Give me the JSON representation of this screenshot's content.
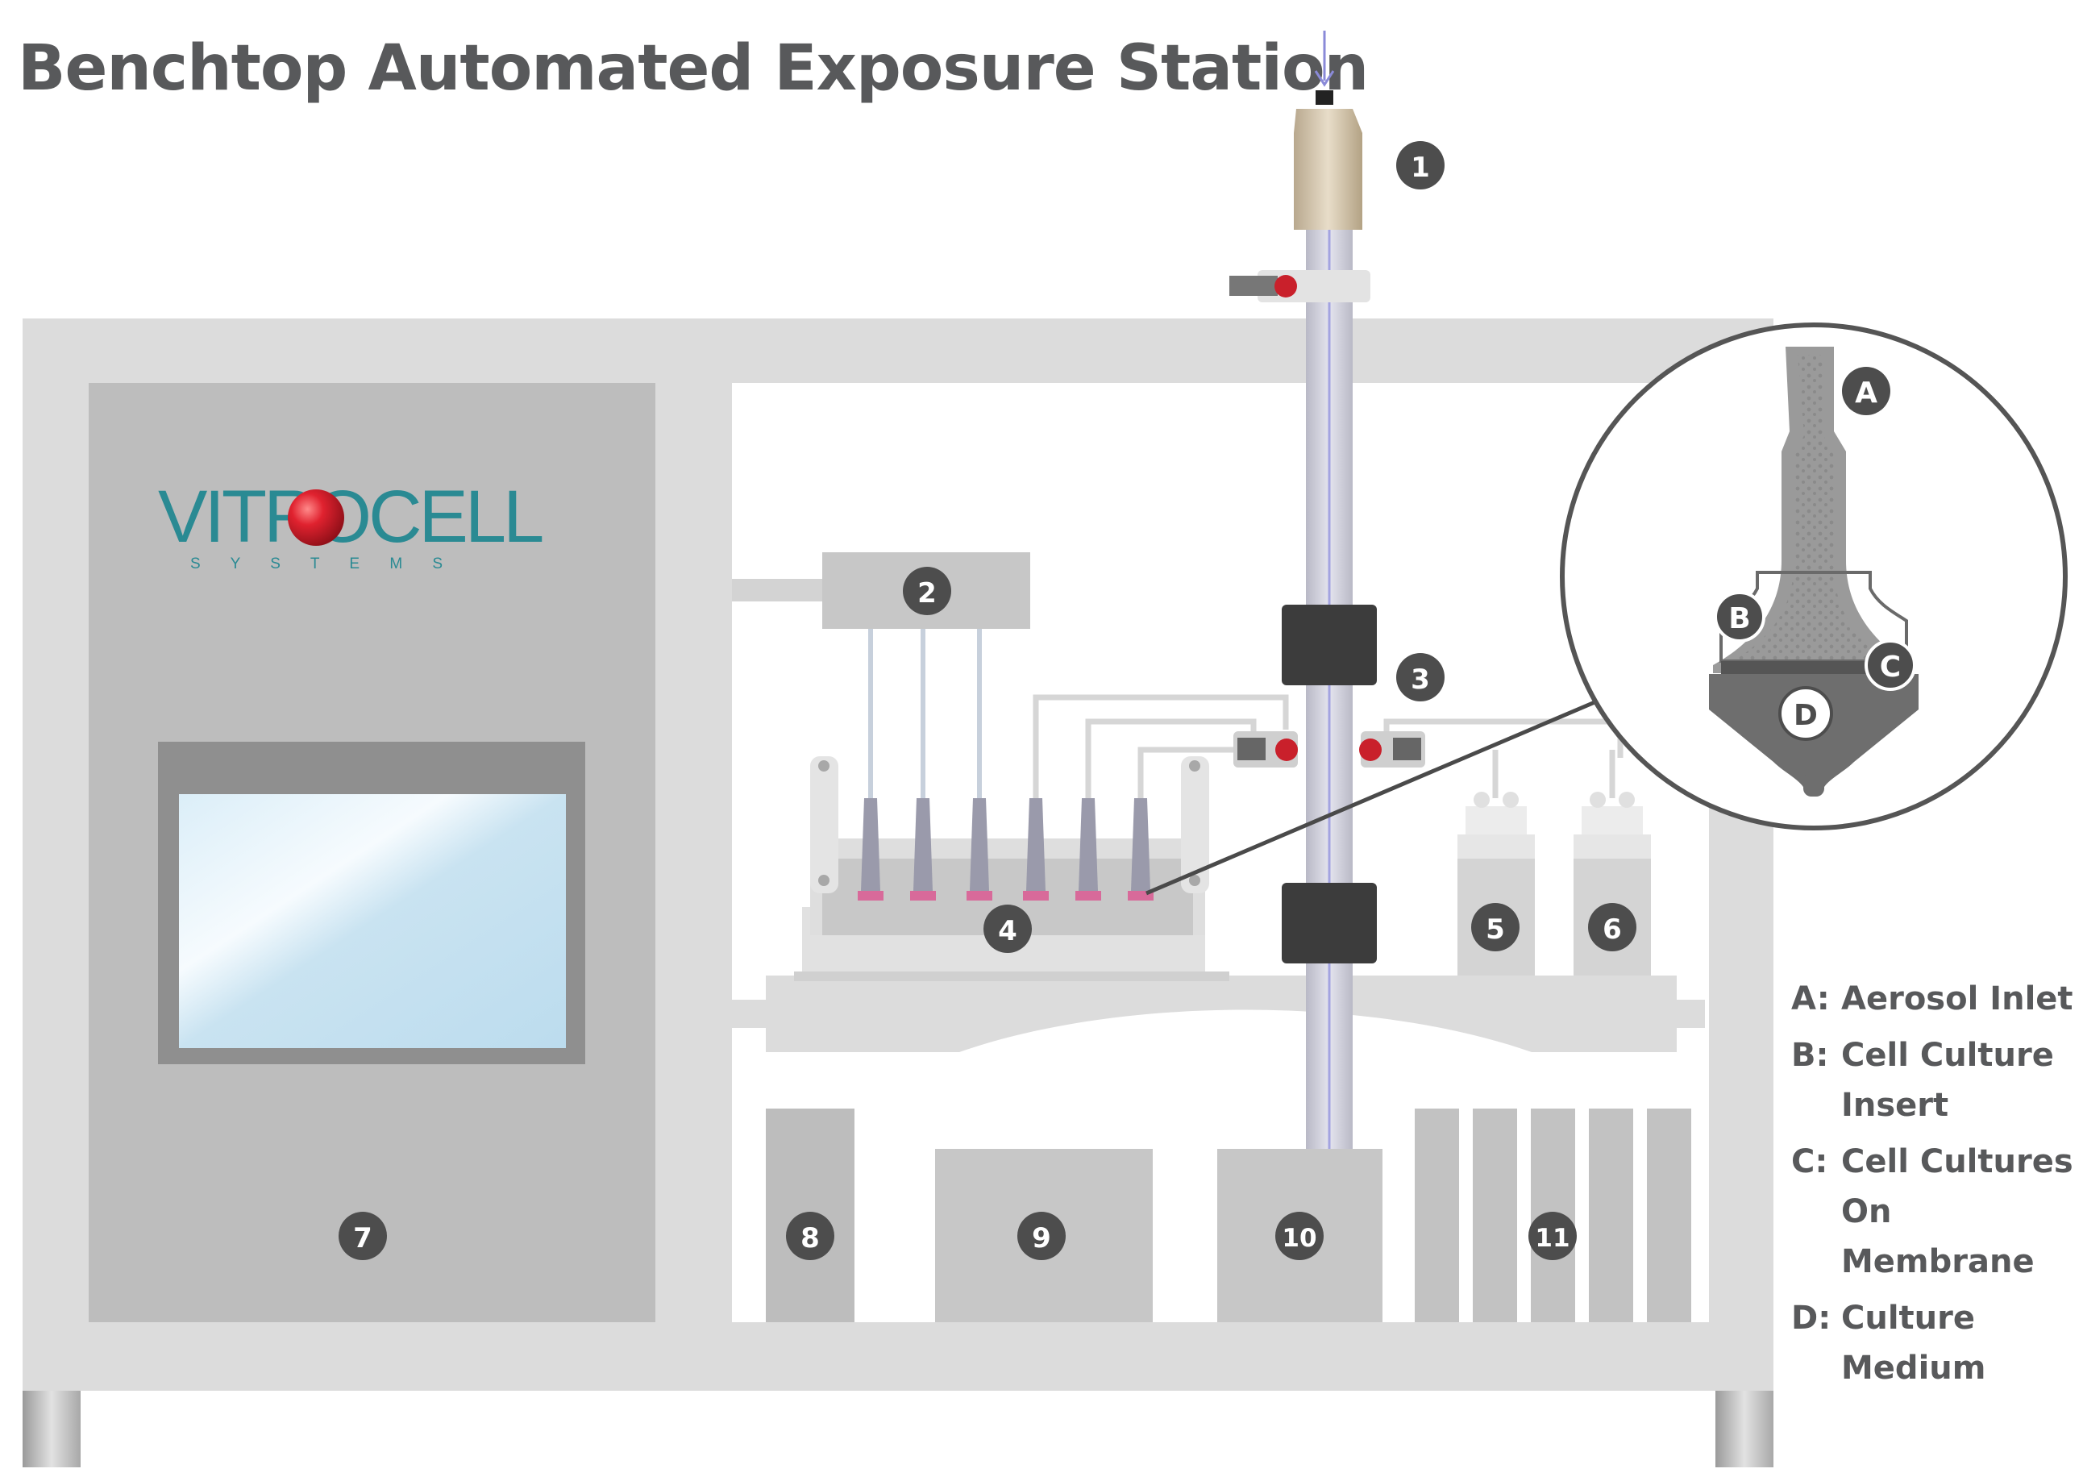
{
  "title": "Benchtop Automated Exposure Station",
  "brand": {
    "name": "VITROCELL",
    "tagline": "S Y S T E M S"
  },
  "callouts": {
    "c1": "1",
    "c2": "2",
    "c3": "3",
    "c4": "4",
    "c5": "5",
    "c6": "6",
    "c7": "7",
    "c8": "8",
    "c9": "9",
    "c10": "10",
    "c11": "11"
  },
  "detail_labels": {
    "a": "A",
    "b": "B",
    "c": "C",
    "d": "D"
  },
  "legend": [
    {
      "key": "A:",
      "text": "Aerosol Inlet"
    },
    {
      "key": "B:",
      "text": "Cell Culture Insert"
    },
    {
      "key": "C:",
      "text": "Cell Cultures On Membrane"
    },
    {
      "key": "D:",
      "text": "Culture Medium"
    }
  ],
  "colors": {
    "frame": "#dcdcdc",
    "panel": "#bdbdbd",
    "module": "#c7c7c7",
    "badge": "#4d4d4d",
    "brand_teal": "#2a8a93",
    "brand_red": "#d6202f",
    "cell_pink": "#d86a9a",
    "screen": "#cfe6f2",
    "text": "#58595b"
  }
}
